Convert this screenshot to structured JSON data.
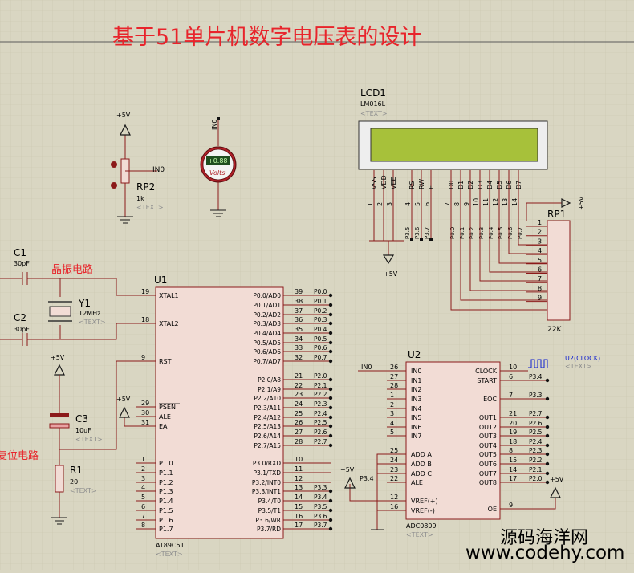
{
  "title": "基于51单片机数字电压表的设计",
  "watermark": {
    "line1": "源码海洋网",
    "line2": "www.codehy.com"
  },
  "colors": {
    "background": "#d9d6c2",
    "wire": "#8b1a1a",
    "chip_fill": "#f2dcd5",
    "lcd_screen": "#a7c13a",
    "red_text": "#e8242b",
    "blue": "#1020d0"
  },
  "texts": {
    "lcd_ref": "LCD1",
    "lcd_model": "LM016L",
    "text_tag": "<TEXT>",
    "rp1_ref": "RP1",
    "rp1_val": "22K",
    "rp2_ref": "RP2",
    "rp2_val": "1k",
    "c1_ref": "C1",
    "c1_val": "30pF",
    "c2_ref": "C2",
    "c2_val": "30pF",
    "y1_ref": "Y1",
    "y1_val": "12MHz",
    "c3_ref": "C3",
    "c3_val": "10uF",
    "r1_ref": "R1",
    "r1_val": "20",
    "u1_ref": "U1",
    "u1_model": "AT89C51",
    "u2_ref": "U2",
    "u2_model": "ADC0809",
    "crystal_label": "晶振电路",
    "reset_label": "复位电路",
    "vcc": "+5V",
    "in0": "IN0",
    "volts": "Volts",
    "meter_display": "+0.88",
    "clock_label": "U2(CLOCK)"
  },
  "lcd_pins": [
    {
      "name": "VSS",
      "num": "1"
    },
    {
      "name": "VDD",
      "num": "2"
    },
    {
      "name": "VEE",
      "num": "3"
    },
    {
      "name": "RS",
      "num": "4"
    },
    {
      "name": "RW",
      "num": "5"
    },
    {
      "name": "E",
      "num": "6"
    },
    {
      "name": "D0",
      "num": "7"
    },
    {
      "name": "D1",
      "num": "8"
    },
    {
      "name": "D2",
      "num": "9"
    },
    {
      "name": "D3",
      "num": "10"
    },
    {
      "name": "D4",
      "num": "11"
    },
    {
      "name": "D5",
      "num": "12"
    },
    {
      "name": "D6",
      "num": "13"
    },
    {
      "name": "D7",
      "num": "14"
    }
  ],
  "lcd_nets": [
    "P3.5",
    "P3.6",
    "P3.7",
    "P0.0",
    "P0.1",
    "P0.2",
    "P0.3",
    "P0.4",
    "P0.5",
    "P0.6",
    "P0.7"
  ],
  "rp1_pins": [
    "1",
    "2",
    "3",
    "4",
    "5",
    "6",
    "7",
    "8",
    "9"
  ],
  "u1_left": [
    {
      "label": "XTAL1",
      "num": "19"
    },
    {
      "label": "XTAL2",
      "num": "18"
    },
    {
      "label": "RST",
      "num": "9"
    },
    {
      "label": "PSEN",
      "num": "29"
    },
    {
      "label": "ALE",
      "num": "30"
    },
    {
      "label": "EA",
      "num": "31"
    },
    {
      "label": "P1.0",
      "num": "1"
    },
    {
      "label": "P1.1",
      "num": "2"
    },
    {
      "label": "P1.2",
      "num": "3"
    },
    {
      "label": "P1.3",
      "num": "4"
    },
    {
      "label": "P1.4",
      "num": "5"
    },
    {
      "label": "P1.5",
      "num": "6"
    },
    {
      "label": "P1.6",
      "num": "7"
    },
    {
      "label": "P1.7",
      "num": "8"
    }
  ],
  "u1_right": [
    {
      "label": "P0.0/AD0",
      "num": "39",
      "net": "P0.0"
    },
    {
      "label": "P0.1/AD1",
      "num": "38",
      "net": "P0.1"
    },
    {
      "label": "P0.2/AD2",
      "num": "37",
      "net": "P0.2"
    },
    {
      "label": "P0.3/AD3",
      "num": "36",
      "net": "P0.3"
    },
    {
      "label": "P0.4/AD4",
      "num": "35",
      "net": "P0.4"
    },
    {
      "label": "P0.5/AD5",
      "num": "34",
      "net": "P0.5"
    },
    {
      "label": "P0.6/AD6",
      "num": "33",
      "net": "P0.6"
    },
    {
      "label": "P0.7/AD7",
      "num": "32",
      "net": "P0.7"
    },
    {
      "label": "P2.0/A8",
      "num": "21",
      "net": "P2.0"
    },
    {
      "label": "P2.1/A9",
      "num": "22",
      "net": "P2.1"
    },
    {
      "label": "P2.2/A10",
      "num": "23",
      "net": "P2.2"
    },
    {
      "label": "P2.3/A11",
      "num": "24",
      "net": "P2.3"
    },
    {
      "label": "P2.4/A12",
      "num": "25",
      "net": "P2.4"
    },
    {
      "label": "P2.5/A13",
      "num": "26",
      "net": "P2.5"
    },
    {
      "label": "P2.6/A14",
      "num": "27",
      "net": "P2.6"
    },
    {
      "label": "P2.7/A15",
      "num": "28",
      "net": "P2.7"
    },
    {
      "label": "P3.0/RXD",
      "num": "10",
      "net": ""
    },
    {
      "label": "P3.1/TXD",
      "num": "11",
      "net": ""
    },
    {
      "label": "P3.2/INT0",
      "num": "12",
      "net": ""
    },
    {
      "label": "P3.3/INT1",
      "num": "13",
      "net": "P3.3"
    },
    {
      "label": "P3.4/T0",
      "num": "14",
      "net": "P3.4"
    },
    {
      "label": "P3.5/T1",
      "num": "15",
      "net": "P3.5"
    },
    {
      "label": "P3.6/WR",
      "num": "16",
      "net": "P3.6"
    },
    {
      "label": "P3.7/RD",
      "num": "17",
      "net": "P3.7"
    }
  ],
  "u2_left": [
    {
      "label": "IN0",
      "num": "26"
    },
    {
      "label": "IN1",
      "num": "27"
    },
    {
      "label": "IN2",
      "num": "28"
    },
    {
      "label": "IN3",
      "num": "1"
    },
    {
      "label": "IN4",
      "num": "2"
    },
    {
      "label": "IN5",
      "num": "3"
    },
    {
      "label": "IN6",
      "num": "4"
    },
    {
      "label": "IN7",
      "num": "5"
    },
    {
      "label": "ADD A",
      "num": "25"
    },
    {
      "label": "ADD B",
      "num": "24"
    },
    {
      "label": "ADD C",
      "num": "23"
    },
    {
      "label": "ALE",
      "num": "22"
    },
    {
      "label": "VREF(+)",
      "num": "12"
    },
    {
      "label": "VREF(-)",
      "num": "16"
    }
  ],
  "u2_right": [
    {
      "label": "CLOCK",
      "num": "10",
      "net": ""
    },
    {
      "label": "START",
      "num": "6",
      "net": "P3.4"
    },
    {
      "label": "EOC",
      "num": "7",
      "net": "P3.3"
    },
    {
      "label": "OUT1",
      "num": "21",
      "net": "P2.7"
    },
    {
      "label": "OUT2",
      "num": "20",
      "net": "P2.6"
    },
    {
      "label": "OUT3",
      "num": "19",
      "net": "P2.5"
    },
    {
      "label": "OUT4",
      "num": "18",
      "net": "P2.4"
    },
    {
      "label": "OUT5",
      "num": "8",
      "net": "P2.3"
    },
    {
      "label": "OUT6",
      "num": "15",
      "net": "P2.2"
    },
    {
      "label": "OUT7",
      "num": "14",
      "net": "P2.1"
    },
    {
      "label": "OUT8",
      "num": "17",
      "net": "P2.0"
    },
    {
      "label": "OE",
      "num": "9",
      "net": ""
    }
  ],
  "u2_ale_net": "P3.4"
}
